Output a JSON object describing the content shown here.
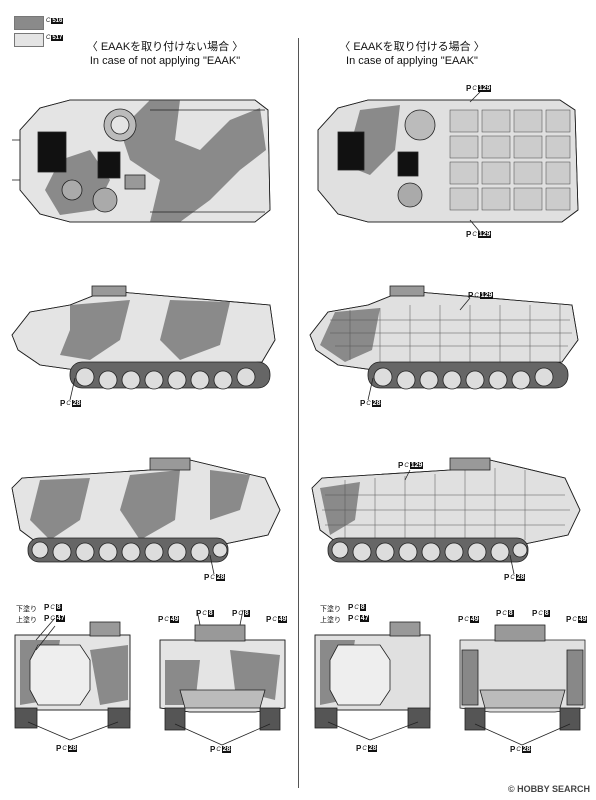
{
  "legend": [
    {
      "code": "516",
      "color": "#8a8a8a"
    },
    {
      "code": "517",
      "color": "#e4e4e4"
    }
  ],
  "legend_prefix": "C",
  "left_header": {
    "ja": "〈 EAAKを取り付けない場合 〉",
    "en": "In case of not applying \"EAAK\""
  },
  "right_header": {
    "ja": "〈 EAAKを取り付ける場合 〉",
    "en": "In case of applying \"EAAK\""
  },
  "part_prefix": "P",
  "color_prefix": "C",
  "parts": {
    "c129": "129",
    "c28": "28",
    "c8": "8",
    "c47": "47",
    "c49": "49"
  },
  "labels": {
    "under_coat": "下塗り",
    "top_coat": "上塗り"
  },
  "watermark": "© HOBBY SEARCH",
  "colors": {
    "dark": "#8a8a8a",
    "light": "#e4e4e4",
    "line": "#222222"
  }
}
